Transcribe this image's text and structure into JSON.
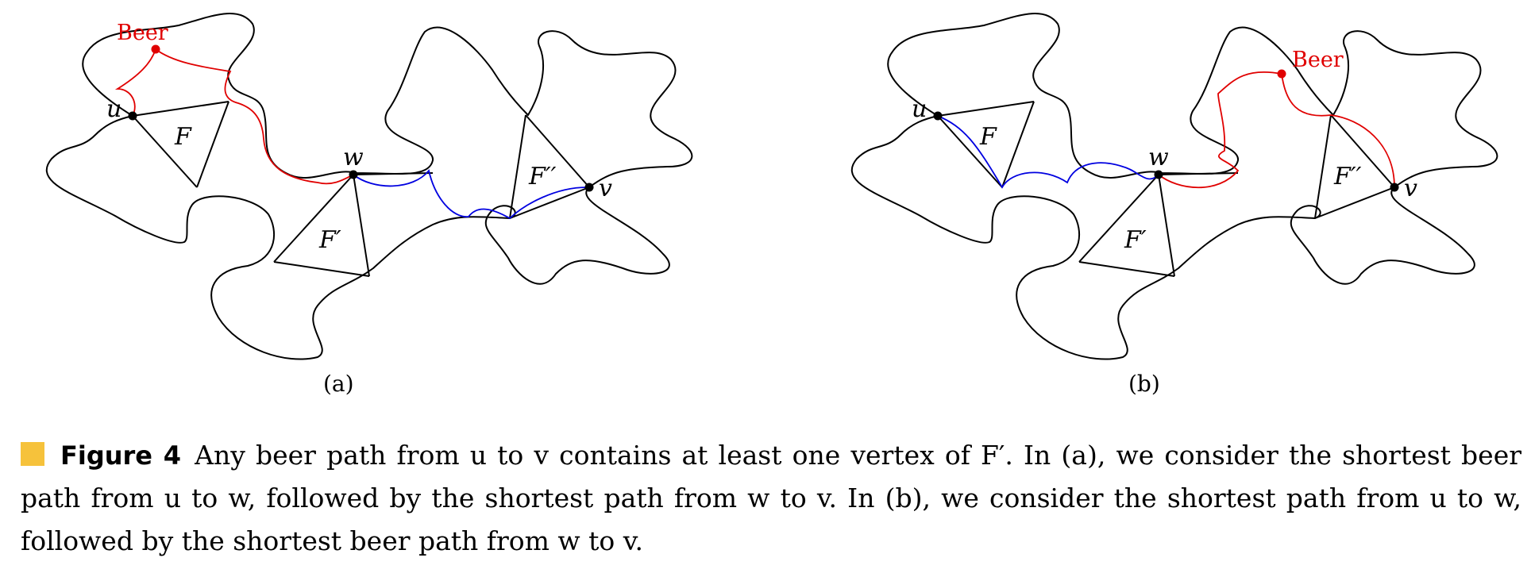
{
  "panels": [
    {
      "id": "a",
      "sublabel": "(a)",
      "vertices": {
        "u": "u",
        "w": "w",
        "v": "v"
      },
      "faces": {
        "F": "F",
        "Fp": "F′",
        "Fpp": "F′′"
      },
      "beer_label": "Beer"
    },
    {
      "id": "b",
      "sublabel": "(b)",
      "vertices": {
        "u": "u",
        "w": "w",
        "v": "v"
      },
      "faces": {
        "F": "F",
        "Fp": "F′",
        "Fpp": "F′′"
      },
      "beer_label": "Beer"
    }
  ],
  "caption": {
    "label": "Figure 4",
    "text": "Any beer path from u to v contains at least one vertex of F′. In (a), we consider the shortest beer path from u to w, followed by the shortest path from w to v. In (b), we consider the shortest path from u to w, followed by the shortest beer path from w to v."
  },
  "colors": {
    "beer_path": "#e00000",
    "shortest_path": "#0000e0",
    "marker": "#f6c23b",
    "outline": "#000000"
  }
}
